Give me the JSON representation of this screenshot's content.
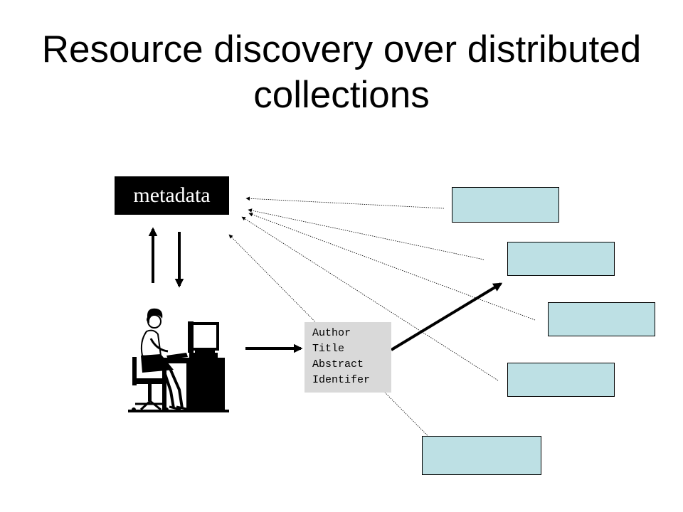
{
  "title": "Resource discovery over distributed collections",
  "metadata_label": "metadata",
  "query_fields": [
    "Author",
    "Title",
    "Abstract",
    "Identifer"
  ],
  "colors": {
    "collection_fill": "#bde0e4",
    "metadata_fill": "#000000",
    "query_card_fill": "#d9d9d9"
  },
  "icons": [
    "person-at-computer-icon"
  ]
}
